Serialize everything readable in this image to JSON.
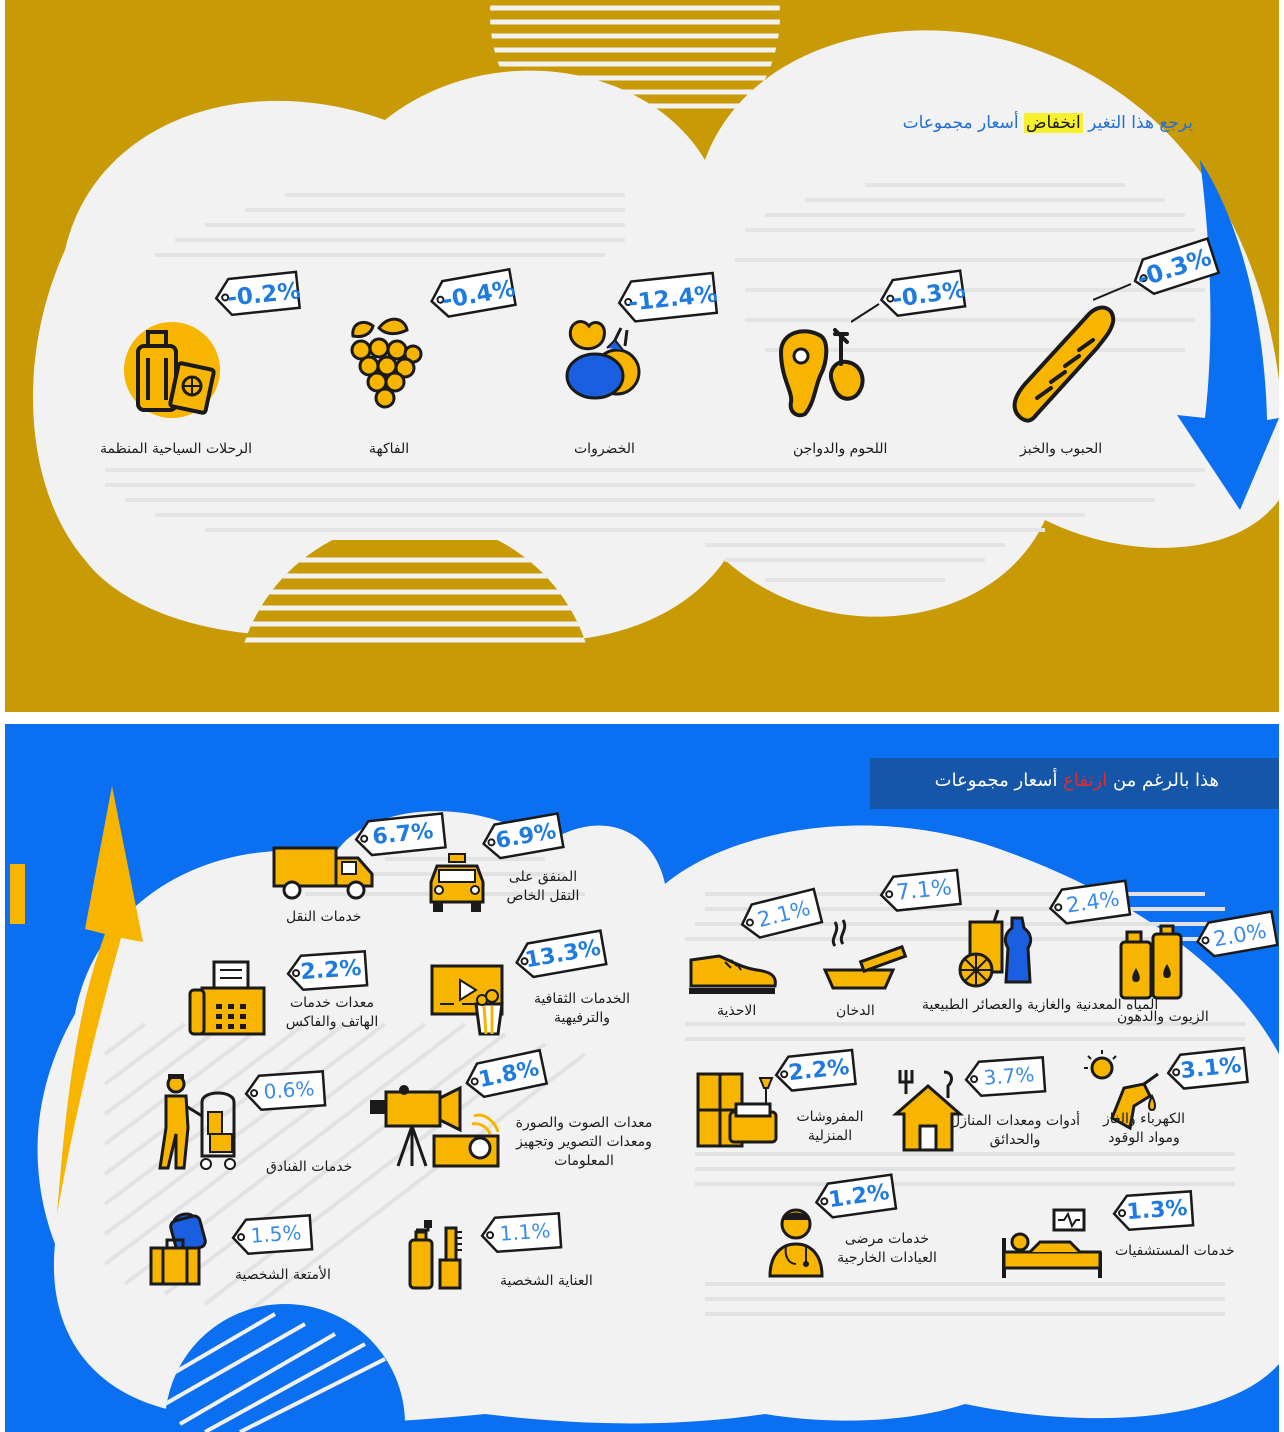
{
  "top": {
    "heading": {
      "before": "يرجع هذا التغير",
      "highlight": "انخفاض",
      "after": "أسعار مجموعات"
    },
    "items": [
      {
        "label": "الحبوب والخبز",
        "value": "-0.3%",
        "icon": "bread-icon"
      },
      {
        "label": "اللحوم والدواجن",
        "value": "-0.3%",
        "icon": "meat-poultry-icon"
      },
      {
        "label": "الخضروات",
        "value": "-12.4%",
        "icon": "vegetables-icon"
      },
      {
        "label": "الفاكهة",
        "value": "-0.4%",
        "icon": "grapes-icon"
      },
      {
        "label": "الرحلات السياحية المنظمة",
        "value": "-0.2%",
        "icon": "travel-luggage-icon"
      }
    ]
  },
  "bottom": {
    "heading": {
      "before": "هذا بالرغم من",
      "highlight": "ارتفاع",
      "after": "أسعار مجموعات"
    },
    "items": [
      {
        "label": "الزيوت والدهون",
        "value": "2.0%",
        "icon": "oil-bottles-icon"
      },
      {
        "label": "المياه المعدنية والغازية والعصائر الطبيعية",
        "value": "2.4%",
        "icon": "drinks-icon"
      },
      {
        "label": "الدخان",
        "value": "7.1%",
        "icon": "ashtray-icon"
      },
      {
        "label": "الاحذية",
        "value": "2.1%",
        "icon": "shoe-icon"
      },
      {
        "label": "الكهرباء والغاز ومواد الوقود",
        "value": "3.1%",
        "icon": "fuel-energy-icon"
      },
      {
        "label": "أدوات ومعدات المنازل والحدائق",
        "value": "3.7%",
        "icon": "house-garden-icon"
      },
      {
        "label": "المفروشات المنزلية",
        "value": "2.2%",
        "icon": "furniture-icon"
      },
      {
        "label": "خدمات المستشفيات",
        "value": "1.3%",
        "icon": "hospital-bed-icon"
      },
      {
        "label": "خدمات مرضى العيادات الخارجية",
        "value": "1.2%",
        "icon": "doctor-icon"
      },
      {
        "label": "المنفق على النقل الخاص",
        "value": "6.9%",
        "icon": "taxi-icon"
      },
      {
        "label": "خدمات النقل",
        "value": "6.7%",
        "icon": "truck-icon"
      },
      {
        "label": "الخدمات الثقافية والترفيهية",
        "value": "13.3%",
        "icon": "cinema-icon"
      },
      {
        "label": "معدات خدمات الهاتف والفاكس",
        "value": "2.2%",
        "icon": "fax-icon"
      },
      {
        "label": "معدات الصوت والصورة ومعدات التصوير وتجهيز المعلومات",
        "value": "1.8%",
        "icon": "camera-projector-icon"
      },
      {
        "label": "خدمات الفنادق",
        "value": "0.6%",
        "icon": "hotel-porter-icon"
      },
      {
        "label": "العناية الشخصية",
        "value": "1.1%",
        "icon": "personal-care-icon"
      },
      {
        "label": "الأمتعة الشخصية",
        "value": "1.5%",
        "icon": "luggage-icon"
      }
    ]
  },
  "colors": {
    "top_background": "#c89a06",
    "bottom_background": "#0a6ff0",
    "cloud": "#f2f2f2",
    "icon_fill": "#f7b500",
    "icon_stroke": "#1a1a1a",
    "tag_text": "#1f7be0",
    "arrow_blue": "#0a6ff0",
    "arrow_yellow": "#f7b500",
    "decrease_highlight": "#f6f02d",
    "increase_highlight": "#e32b2b",
    "banner": "#1656a8"
  }
}
